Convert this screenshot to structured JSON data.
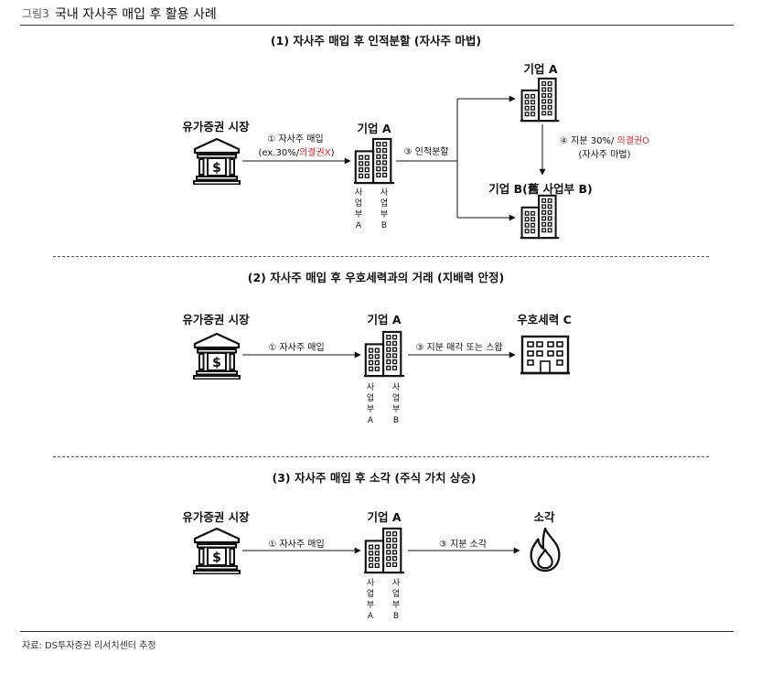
{
  "figure": {
    "label": "그림3",
    "title": "국내 자사주 매입 후 활용 사례"
  },
  "source": "자료: DS투자증권 리서치센터 추정",
  "section1": {
    "title": "(1) 자사주 매입 후 인적분할 (자사주 마법)",
    "market_label": "유가증권 시장",
    "step1_line1": "① 자사주 매입",
    "step1_line2_pre": "(ex.30%/",
    "step1_line2_red": "의결권X",
    "step1_line2_post": ")",
    "company_a": "기업 A",
    "step3": "③ 인적분할",
    "company_a_top": "기업 A",
    "step4_pre": "④ 지분 30%/ ",
    "step4_red": "의결권O",
    "step4_line2": "(자사주 마법)",
    "company_b": "기업 B(舊 사업부 B)",
    "div_a": [
      "사",
      "업",
      "부",
      "A"
    ],
    "div_b": [
      "사",
      "업",
      "부",
      "B"
    ]
  },
  "section2": {
    "title": "(2) 자사주 매입 후 우호세력과의 거래 (지배력 안정)",
    "market_label": "유가증권 시장",
    "step1": "① 자사주 매입",
    "company_a": "기업 A",
    "step3": "③ 지분 매각 또는 스왑",
    "friendly": "우호세력 C",
    "div_a": [
      "사",
      "업",
      "부",
      "A"
    ],
    "div_b": [
      "사",
      "업",
      "부",
      "B"
    ]
  },
  "section3": {
    "title": "(3) 자사주 매입 후 소각 (주식 가치 상승)",
    "market_label": "유가증권 시장",
    "step1": "① 자사주 매입",
    "company_a": "기업 A",
    "step3": "③ 지분  소각",
    "burn": "소각",
    "div_a": [
      "사",
      "업",
      "부",
      "A"
    ],
    "div_b": [
      "사",
      "업",
      "부",
      "B"
    ]
  },
  "icons": {
    "bank": "bank-icon",
    "building": "office-building-icon",
    "flat_building": "flat-building-icon",
    "fire": "fire-icon"
  },
  "colors": {
    "highlight_red": "#e02020",
    "line": "#111111"
  }
}
